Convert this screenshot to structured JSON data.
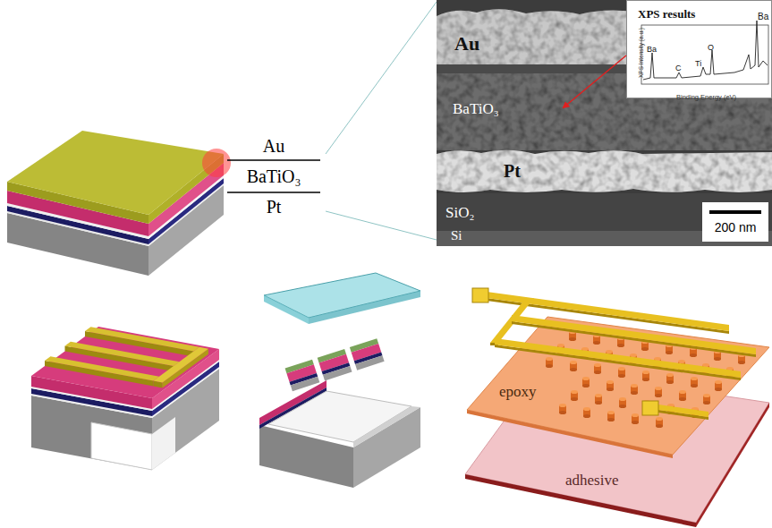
{
  "diagram": {
    "nodes": [
      {
        "text": [
          "Au",
          "BaTiO₃",
          "Pt",
          "SiO₂",
          "Si"
        ]
      },
      {
        "text": [
          "XPS results",
          "XPS Intensity (a.u.)",
          "Binding Energy (eV)",
          "Ba",
          "C",
          "Ti",
          "O",
          "Ba"
        ],
        "in": 0
      },
      {
        "text": [
          "200 nm"
        ],
        "in": 0
      },
      {
        "text": [
          "epoxy"
        ]
      },
      {
        "text": [
          "adhesive"
        ]
      }
    ],
    "labels": [
      "Au",
      "BaTiO₃",
      "Pt"
    ]
  }
}
